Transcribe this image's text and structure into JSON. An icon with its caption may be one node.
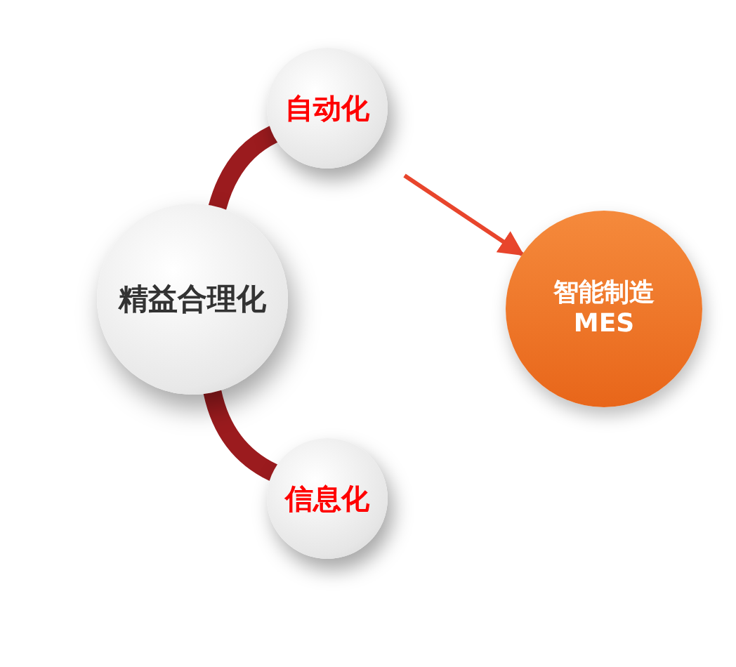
{
  "diagram": {
    "nodes": [
      {
        "text": [
          "自动化"
        ]
      },
      {
        "text": [
          "精益合理化"
        ]
      },
      {
        "text": [
          "信息化"
        ]
      },
      {
        "text": [
          "智能制造 MES"
        ]
      }
    ],
    "edges": [
      {
        "from": 0,
        "to": 1,
        "arrow": "none"
      },
      {
        "from": 1,
        "to": 2,
        "arrow": "none"
      },
      {
        "from": null,
        "to": 3,
        "arrow": "to",
        "color": "#e8452c"
      }
    ]
  }
}
